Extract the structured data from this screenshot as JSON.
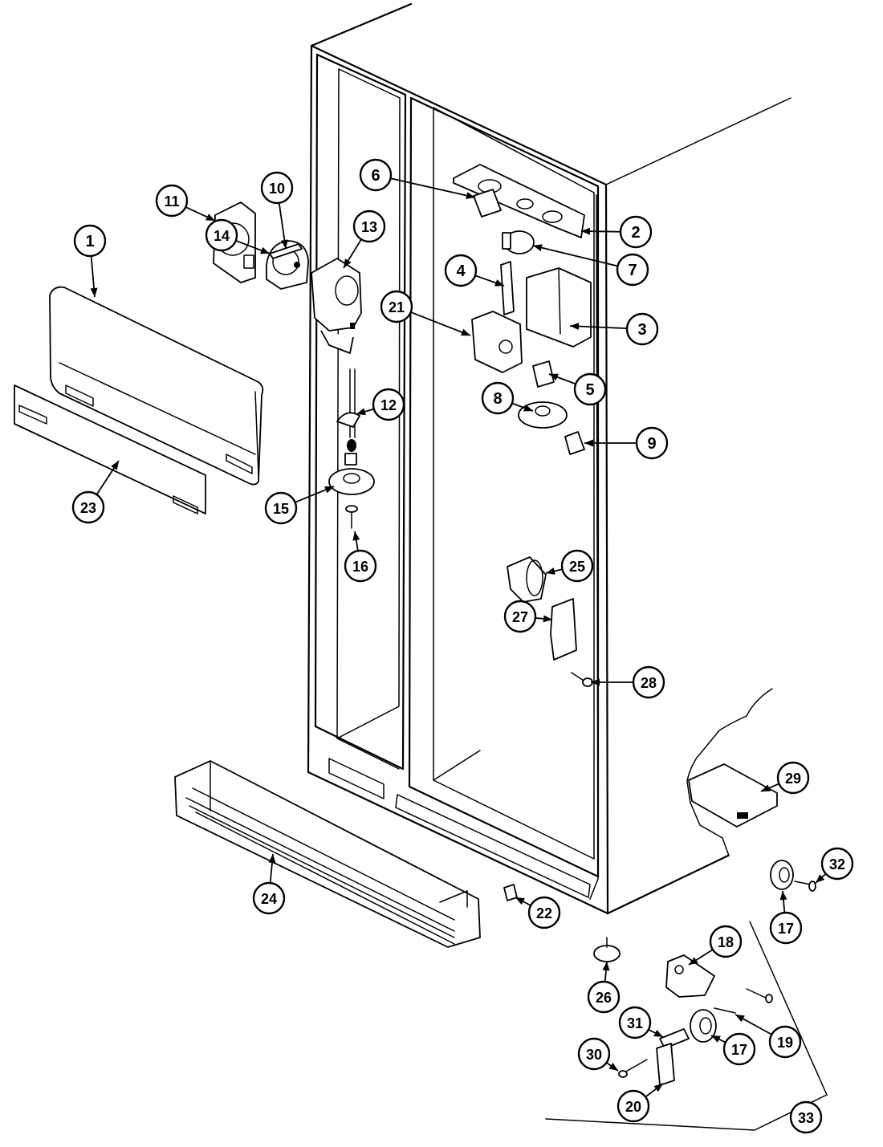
{
  "diagram": {
    "callouts": [
      {
        "id": "c1",
        "label": "1"
      },
      {
        "id": "c2",
        "label": "2"
      },
      {
        "id": "c3",
        "label": "3"
      },
      {
        "id": "c4",
        "label": "4"
      },
      {
        "id": "c5",
        "label": "5"
      },
      {
        "id": "c6",
        "label": "6"
      },
      {
        "id": "c7",
        "label": "7"
      },
      {
        "id": "c8",
        "label": "8"
      },
      {
        "id": "c9",
        "label": "9"
      },
      {
        "id": "c10",
        "label": "10"
      },
      {
        "id": "c11",
        "label": "11"
      },
      {
        "id": "c12",
        "label": "12"
      },
      {
        "id": "c13",
        "label": "13"
      },
      {
        "id": "c14",
        "label": "14"
      },
      {
        "id": "c15",
        "label": "15"
      },
      {
        "id": "c16",
        "label": "16"
      },
      {
        "id": "c17a",
        "label": "17"
      },
      {
        "id": "c17b",
        "label": "17"
      },
      {
        "id": "c18",
        "label": "18"
      },
      {
        "id": "c19",
        "label": "19"
      },
      {
        "id": "c20",
        "label": "20"
      },
      {
        "id": "c21",
        "label": "21"
      },
      {
        "id": "c22",
        "label": "22"
      },
      {
        "id": "c23",
        "label": "23"
      },
      {
        "id": "c24",
        "label": "24"
      },
      {
        "id": "c25",
        "label": "25"
      },
      {
        "id": "c26",
        "label": "26"
      },
      {
        "id": "c27",
        "label": "27"
      },
      {
        "id": "c28",
        "label": "28"
      },
      {
        "id": "c29",
        "label": "29"
      },
      {
        "id": "c30",
        "label": "30"
      },
      {
        "id": "c31",
        "label": "31"
      },
      {
        "id": "c32",
        "label": "32"
      },
      {
        "id": "c33",
        "label": "33"
      }
    ]
  }
}
